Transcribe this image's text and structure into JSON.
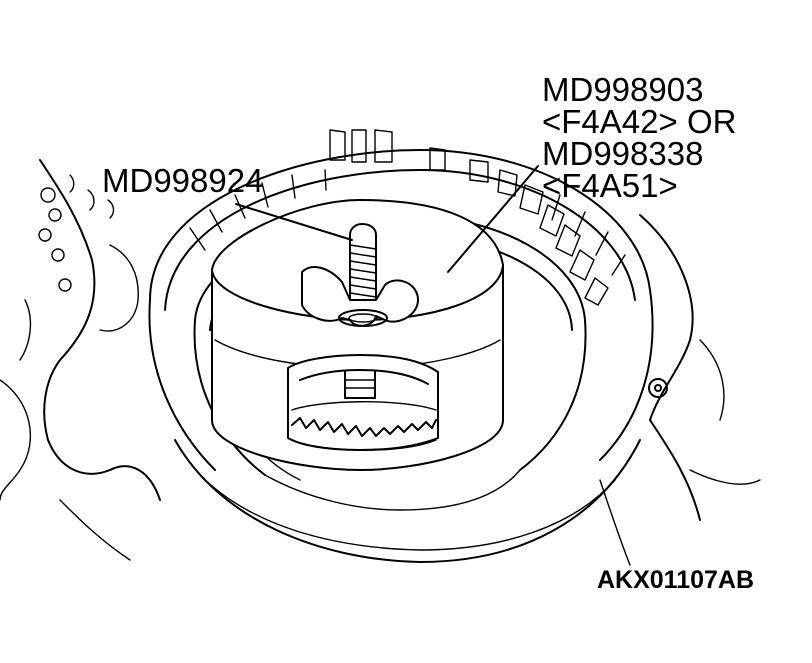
{
  "labels": {
    "tool_a": "MD998924",
    "tool_b_line1": "MD998903",
    "tool_b_line2": "<F4A42> OR",
    "tool_b_line3": "MD998338",
    "tool_b_line4": "<F4A51>"
  },
  "figure_code": "AKX01107AB"
}
